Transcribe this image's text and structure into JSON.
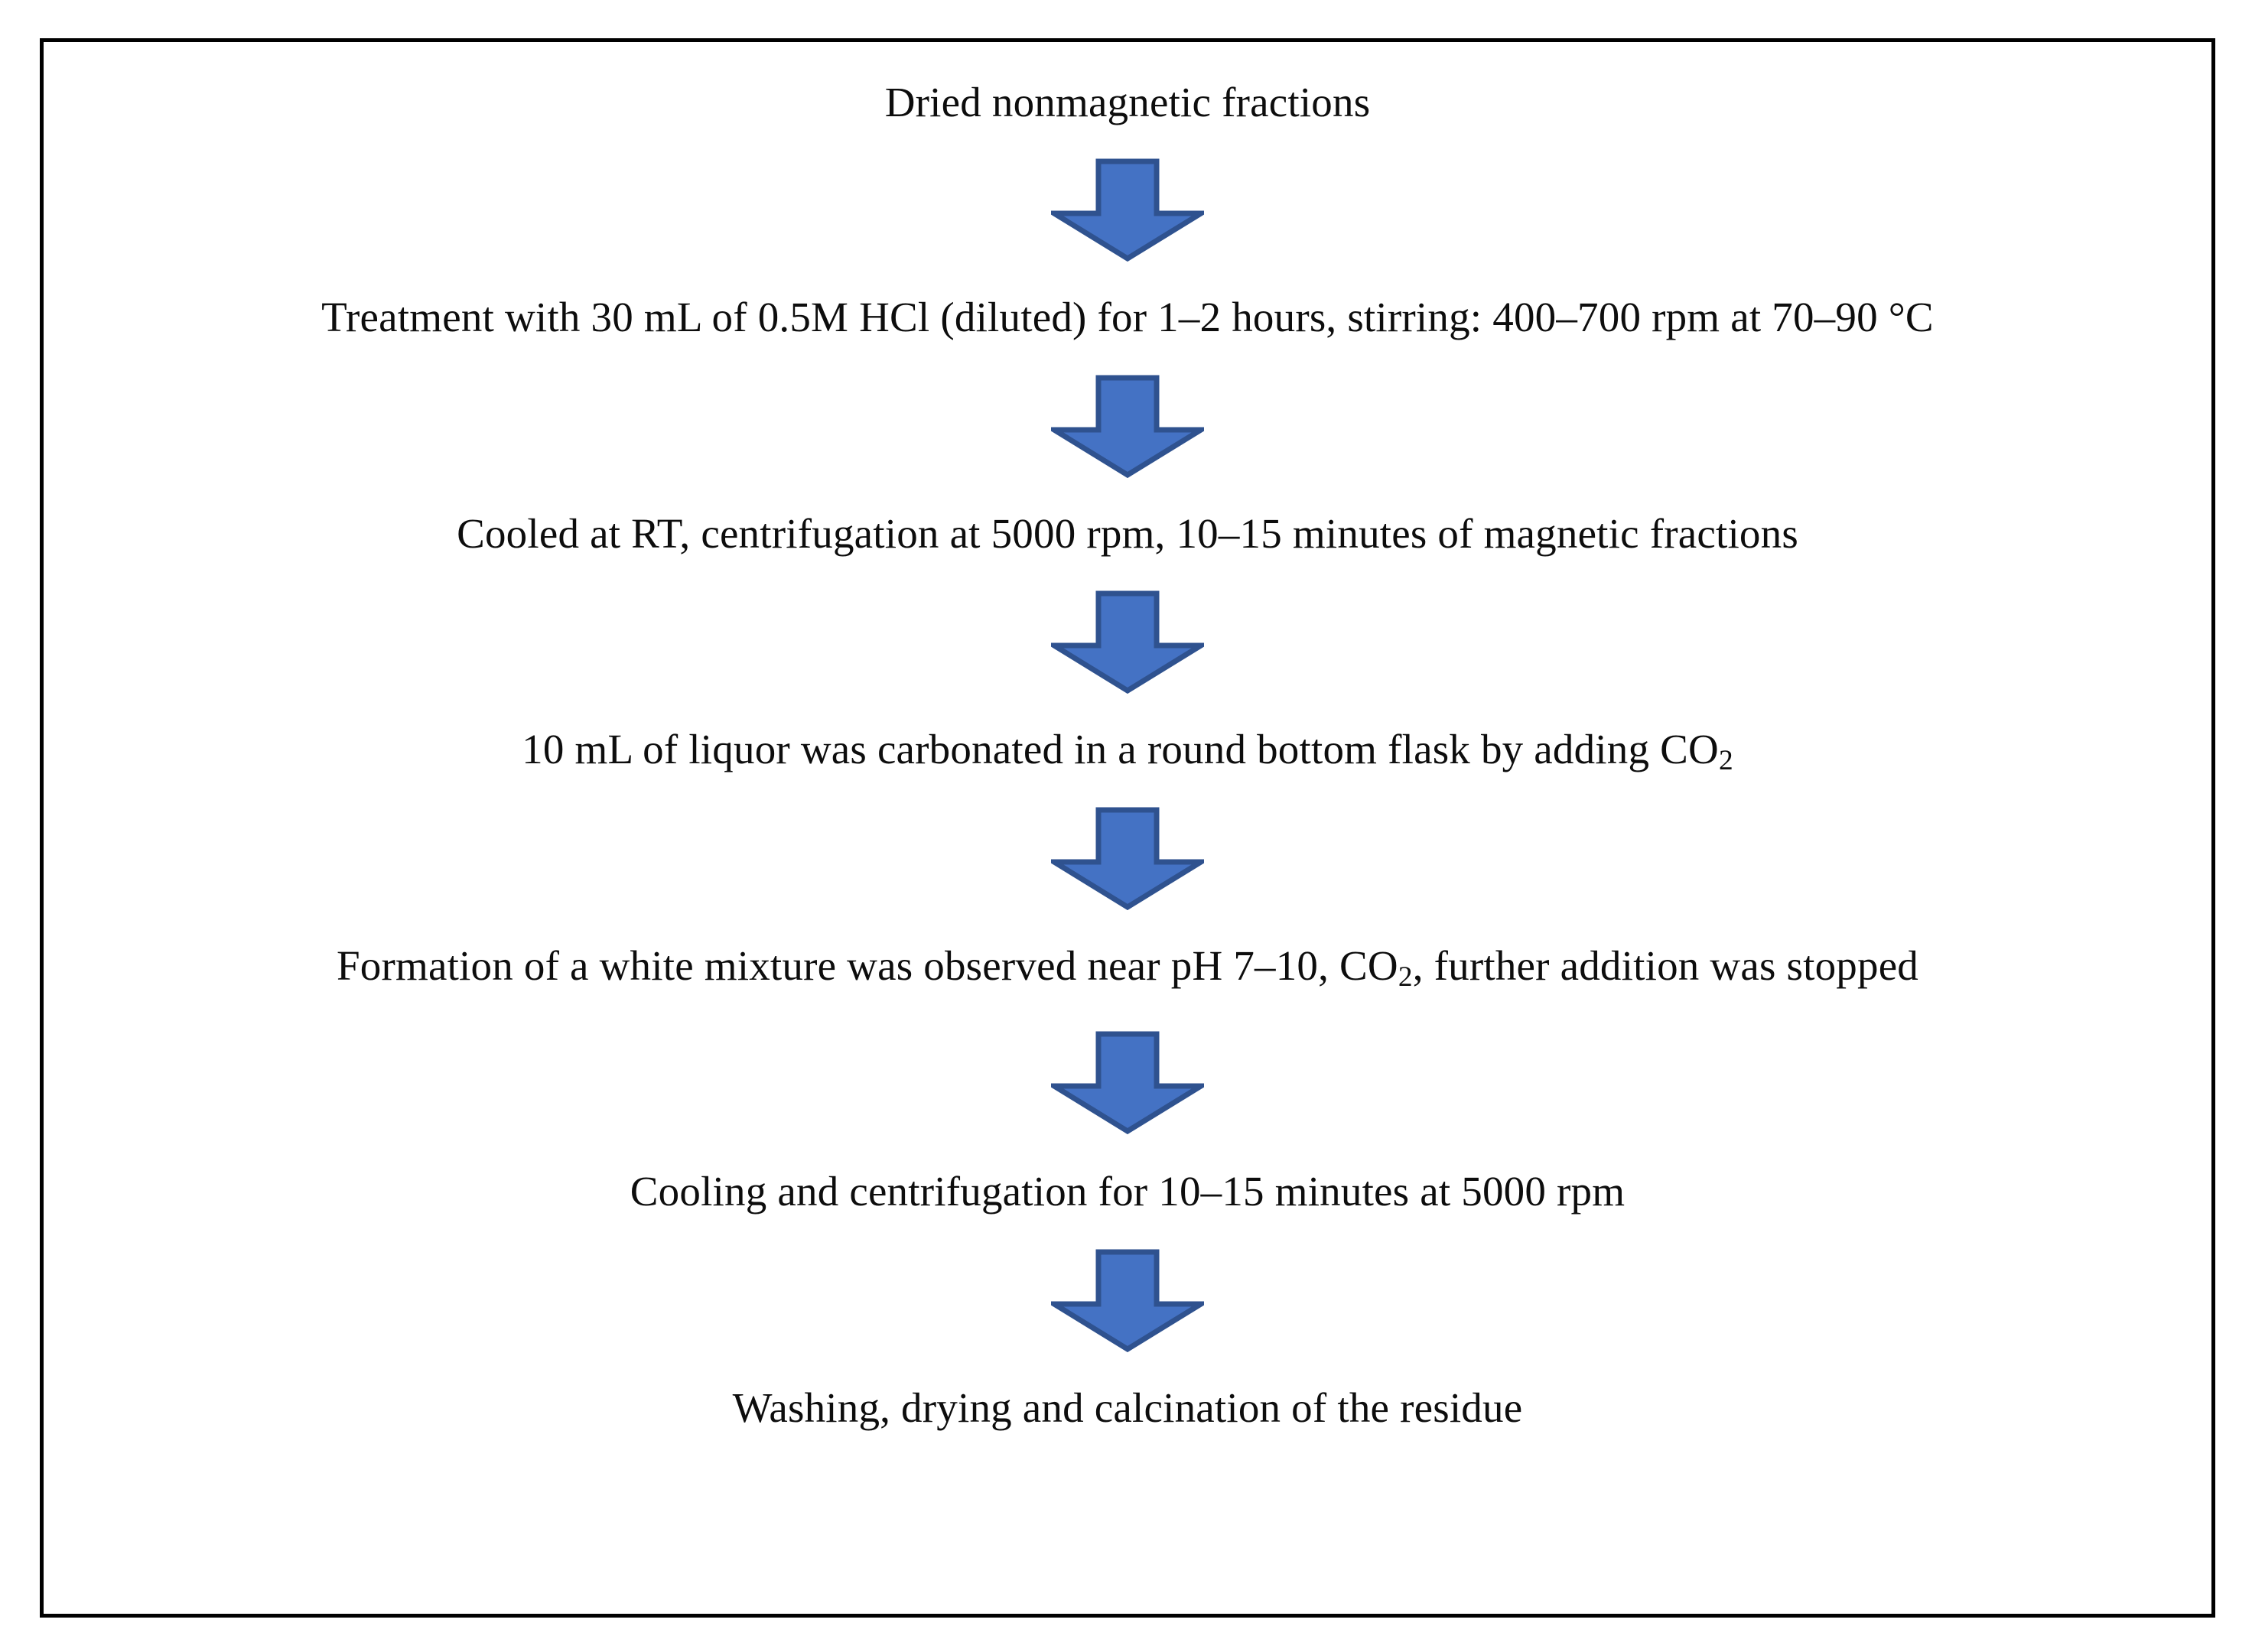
{
  "figure": {
    "type": "process-flowchart",
    "border_color": "#000000",
    "background_color": "#ffffff",
    "arrow_fill": "#4472C4",
    "arrow_outline": "#2F528F",
    "text_color": "#0D0D0D",
    "arrow_icon_name": "down-arrow-icon",
    "arrow_count": 6
  },
  "steps": [
    {
      "id": "step-1",
      "name": "dried-nonmagnetic-fractions",
      "text": "Dried nonmagnetic fractions"
    },
    {
      "id": "step-2",
      "name": "hcl-treatment",
      "text": "Treatment with 30 mL of 0.5M HCl (diluted) for 1–2 hours, stirring: 400–700 rpm at 70–90 °C"
    },
    {
      "id": "step-3",
      "name": "cooling-centrifugation-magnetic",
      "text": "Cooled at RT, centrifugation at 5000 rpm, 10–15 minutes of magnetic fractions"
    },
    {
      "id": "step-4",
      "name": "carbonation-in-flask",
      "text_before": "10 mL of liquor was carbonated in a round bottom flask by adding CO",
      "subscript": "2",
      "text_after": ""
    },
    {
      "id": "step-5",
      "name": "white-mixture-formation",
      "text_before": "Formation of a white mixture was observed near pH 7–10, CO",
      "subscript": "2",
      "text_after": ", further addition was stopped"
    },
    {
      "id": "step-6",
      "name": "cooling-centrifugation-final",
      "text": "Cooling and centrifugation for 10–15 minutes at 5000 rpm"
    },
    {
      "id": "step-7",
      "name": "washing-drying-calcination",
      "text": "Washing, drying and calcination of the residue"
    }
  ],
  "arrows": [
    {
      "id": "arrow-1",
      "from": "step-1",
      "to": "step-2",
      "label": "down-arrow"
    },
    {
      "id": "arrow-2",
      "from": "step-2",
      "to": "step-3",
      "label": "down-arrow"
    },
    {
      "id": "arrow-3",
      "from": "step-3",
      "to": "step-4",
      "label": "down-arrow"
    },
    {
      "id": "arrow-4",
      "from": "step-4",
      "to": "step-5",
      "label": "down-arrow"
    },
    {
      "id": "arrow-5",
      "from": "step-5",
      "to": "step-6",
      "label": "down-arrow"
    },
    {
      "id": "arrow-6",
      "from": "step-6",
      "to": "step-7",
      "label": "down-arrow"
    }
  ]
}
